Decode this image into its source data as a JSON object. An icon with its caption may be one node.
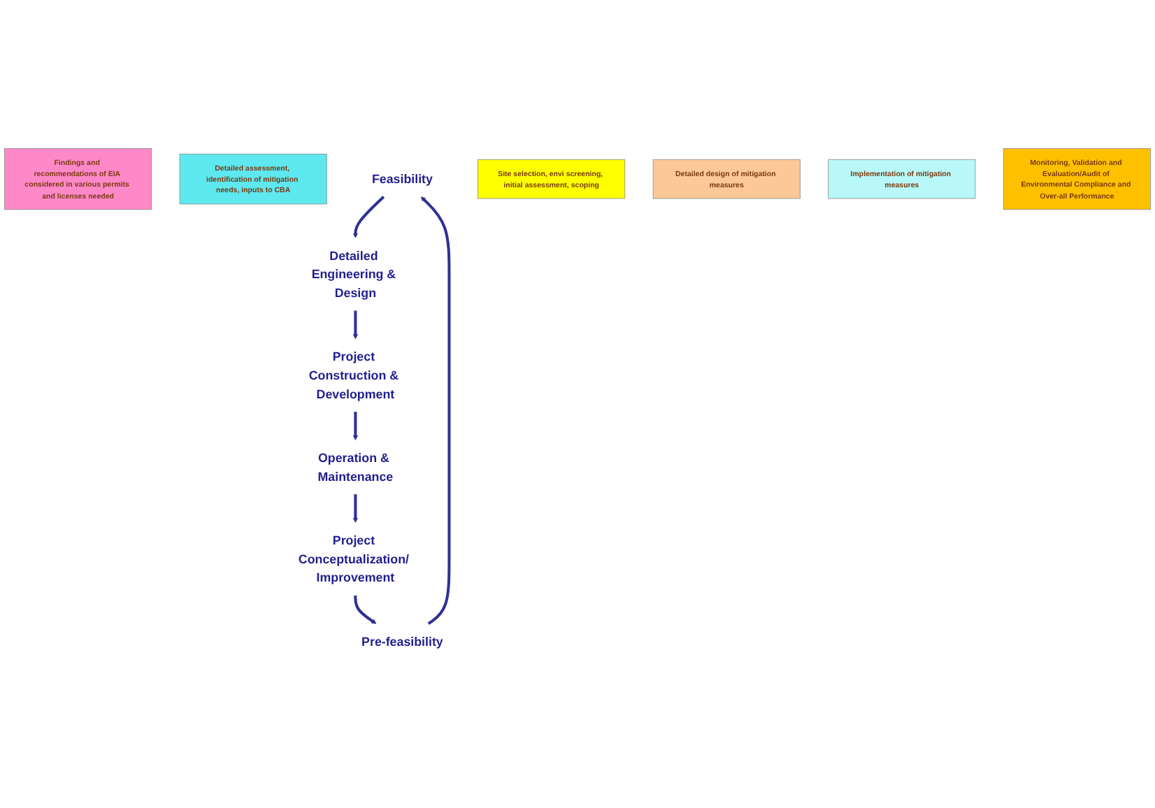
{
  "diagram": {
    "nodes": [
      {
        "text": [
          "Findings and recommendations of EIA considered in various permits and licenses needed"
        ]
      },
      {
        "text": [
          "Detailed assessment, identification of mitigation needs, inputs to CBA"
        ]
      },
      {
        "text": [
          "Feasibility"
        ]
      },
      {
        "text": [
          "Pre-feasibility"
        ]
      },
      {
        "text": [
          "Site selection, envi screening, initial assessment, scoping"
        ]
      },
      {
        "text": [
          "Detailed design of mitigation measures"
        ]
      },
      {
        "text": [
          "Detailed Engineering & Design"
        ]
      },
      {
        "text": [
          "Project Conceptualization/ Improvement"
        ]
      },
      {
        "text": [
          "Implementation of mitigation measures"
        ]
      },
      {
        "text": [
          "Monitoring, Validation and Evaluation/Audit of Environmental Compliance and Over-all Performance"
        ]
      },
      {
        "text": [
          "Project Construction & Development"
        ]
      },
      {
        "text": [
          "Operation & Maintenance"
        ]
      }
    ],
    "edges": [
      {
        "from": 7,
        "to": 3,
        "arrow": "to"
      },
      {
        "from": 3,
        "to": 2,
        "arrow": "to"
      },
      {
        "from": 2,
        "to": 6,
        "arrow": "to"
      },
      {
        "from": 6,
        "to": 10,
        "arrow": "to"
      },
      {
        "from": 10,
        "to": 11,
        "arrow": "to"
      },
      {
        "from": 11,
        "to": 7,
        "arrow": "to"
      }
    ]
  }
}
